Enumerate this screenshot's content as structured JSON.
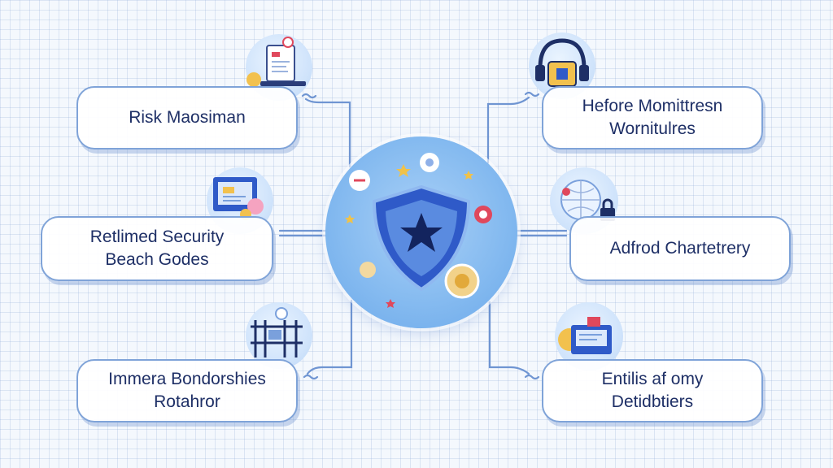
{
  "nodes": [
    {
      "lines": [
        "Risk Maosiman"
      ],
      "icon": "laptop-report-icon"
    },
    {
      "lines": [
        "Retlimed Security",
        "Beach Godes"
      ],
      "icon": "monitor-chat-icon"
    },
    {
      "lines": [
        "Immera Bondorshies",
        "Rotahror"
      ],
      "icon": "fence-gate-icon"
    },
    {
      "lines": [
        "Hefore Momittresn",
        "Wornitulres"
      ],
      "icon": "headset-padlock-icon"
    },
    {
      "lines": [
        "Adfrod Chartetrery"
      ],
      "icon": "globe-padlock-icon"
    },
    {
      "lines": [
        "Entilis af omy",
        "Detidbtiers"
      ],
      "icon": "document-stack-icon"
    }
  ],
  "hub": {
    "icon": "shield-star-icon"
  },
  "colors": {
    "box_border": "#7fa3d8",
    "text": "#1e2f66",
    "shield": "#2f5ac8",
    "star": "#13245e",
    "connector": "#6f95d2"
  }
}
